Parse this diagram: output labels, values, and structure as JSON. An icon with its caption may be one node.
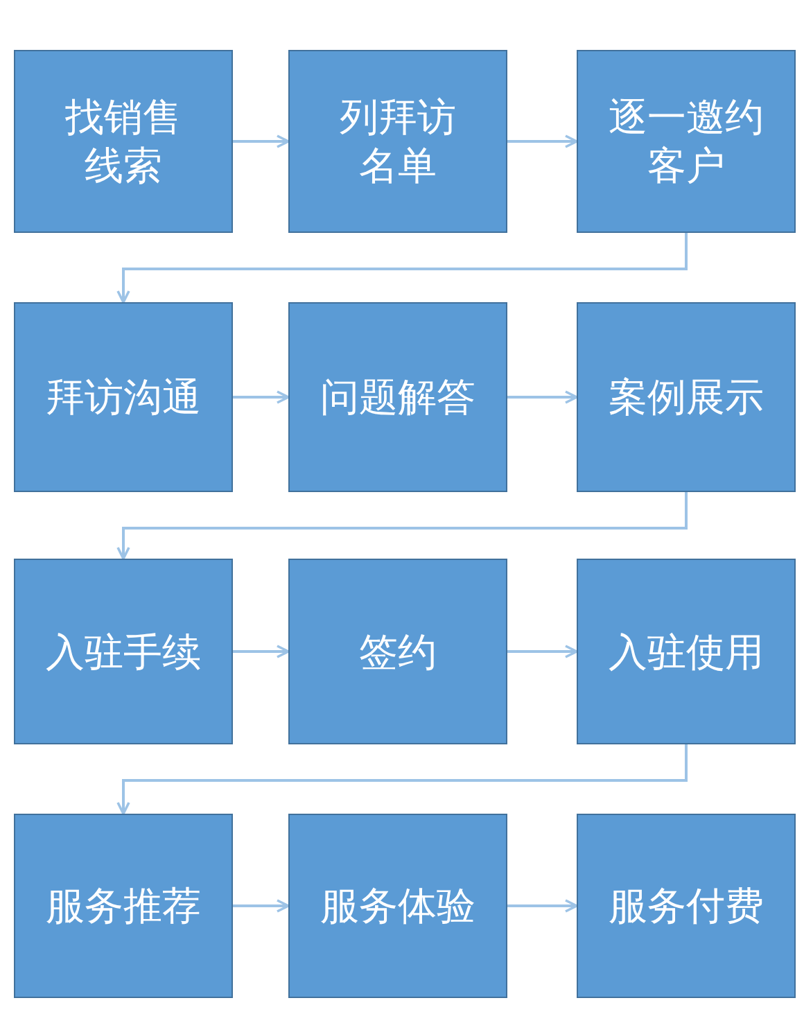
{
  "diagram": {
    "nodes": [
      {
        "text": [
          "找销售线索"
        ]
      },
      {
        "text": [
          "列拜访名单"
        ]
      },
      {
        "text": [
          "逐一邀约客户"
        ]
      },
      {
        "text": [
          "拜访沟通"
        ]
      },
      {
        "text": [
          "问题解答"
        ]
      },
      {
        "text": [
          "案例展示"
        ]
      },
      {
        "text": [
          "入驻手续"
        ]
      },
      {
        "text": [
          "签约"
        ]
      },
      {
        "text": [
          "入驻使用"
        ]
      },
      {
        "text": [
          "服务推荐"
        ]
      },
      {
        "text": [
          "服务体验"
        ]
      },
      {
        "text": [
          "服务付费"
        ]
      }
    ],
    "edges": [
      {
        "from": 0,
        "to": 1,
        "arrow": "to"
      },
      {
        "from": 1,
        "to": 2,
        "arrow": "to"
      },
      {
        "from": 2,
        "to": 3,
        "arrow": "to"
      },
      {
        "from": 3,
        "to": 4,
        "arrow": "to"
      },
      {
        "from": 4,
        "to": 5,
        "arrow": "to"
      },
      {
        "from": 5,
        "to": 6,
        "arrow": "to"
      },
      {
        "from": 6,
        "to": 7,
        "arrow": "to"
      },
      {
        "from": 7,
        "to": 8,
        "arrow": "to"
      },
      {
        "from": 8,
        "to": 9,
        "arrow": "to"
      },
      {
        "from": 9,
        "to": 10,
        "arrow": "to"
      },
      {
        "from": 10,
        "to": 11,
        "arrow": "to"
      }
    ]
  }
}
